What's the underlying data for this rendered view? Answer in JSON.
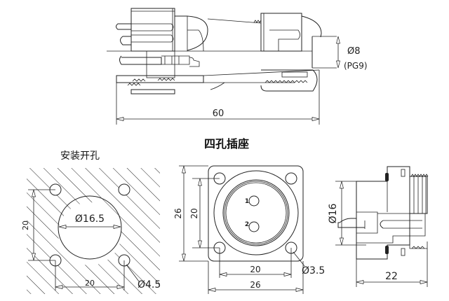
{
  "plug_side_view": {
    "length_label": "60",
    "cable_diameter_label": "Ø8",
    "gland_label": "(PG9)"
  },
  "section_title": "四孔插座",
  "panel_cutout": {
    "title": "安装开孔",
    "center_hole_label": "Ø16.5",
    "mount_hole_label": "Ø4.5",
    "vertical_spacing_label": "20",
    "horizontal_spacing_label": "20"
  },
  "socket_front_view": {
    "flange_height_label": "26",
    "hole_vertical_spacing_label": "20",
    "hole_horizontal_spacing_label": "20",
    "flange_width_label": "26",
    "mount_hole_label": "Ø3.5",
    "pin_labels": [
      "1",
      "2"
    ]
  },
  "socket_side_view": {
    "thread_diameter_label": "Ø16",
    "length_label": "22"
  }
}
